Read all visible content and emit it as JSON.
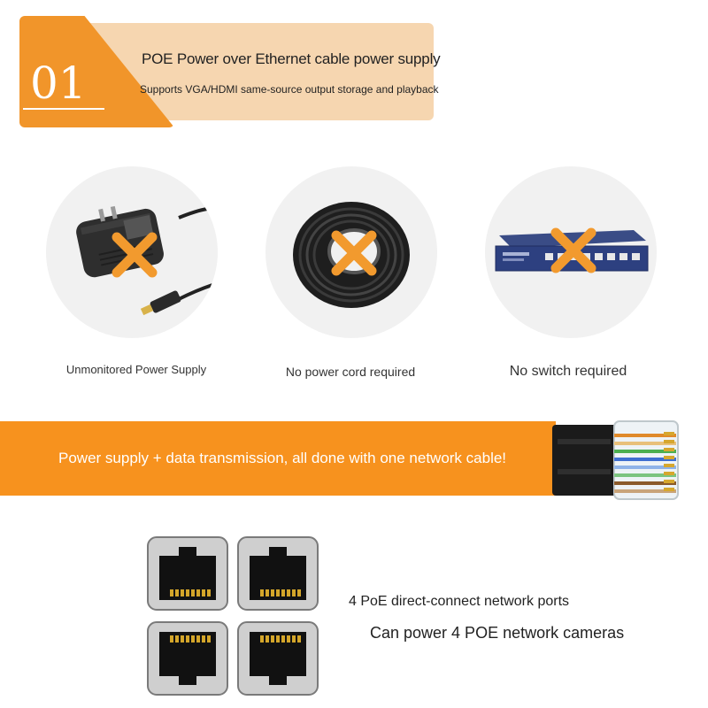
{
  "header": {
    "number": "01",
    "title": "POE Power over Ethernet cable power supply",
    "subtitle": "Supports VGA/HDMI same-source output storage and playback"
  },
  "items": [
    {
      "caption": "Unmonitored Power Supply",
      "icon": "power-adapter-icon"
    },
    {
      "caption": "No power cord required",
      "icon": "cable-coil-icon"
    },
    {
      "caption": "No switch required",
      "icon": "network-switch-icon"
    }
  ],
  "band": {
    "text": "Power supply + data transmission, all done with one network cable!"
  },
  "ports": {
    "line1": "4 PoE direct-connect network ports",
    "line2": "Can power 4 POE network cameras"
  },
  "colors": {
    "accent": "#f7921e",
    "header_light": "#f6d6b0",
    "x_mark": "#f29a2e"
  }
}
